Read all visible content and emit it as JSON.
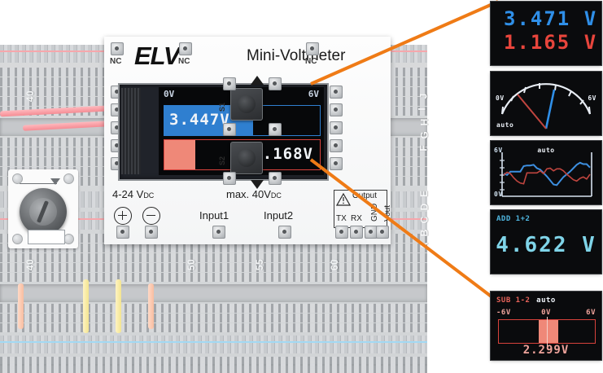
{
  "scene": {
    "description": "ELV Mini-Voltmeter module plugged into a breadboard, with five enlarged display-mode callouts on the right"
  },
  "board": {
    "brand": "ELV",
    "model": "Mini-Voltmeter",
    "nc_labels": [
      "NC",
      "NC",
      "NC"
    ],
    "power_label": "4-24 V",
    "power_label_sub": "DC",
    "max_label": "max. 40V",
    "max_label_sub": "DC",
    "input1": "Input1",
    "input2": "Input2",
    "plus": "+",
    "minus": "−",
    "output_title": "Output",
    "output_pins": [
      "TX",
      "RX",
      "GND",
      "Vout"
    ],
    "buttons": [
      {
        "label": "S1"
      },
      {
        "label": "S2"
      }
    ]
  },
  "breadboard": {
    "column_numbers": [
      "40",
      "40",
      "50",
      "55",
      "60"
    ],
    "row_letters_top": [
      "J",
      "I",
      "H",
      "G",
      "F"
    ],
    "row_letters_bottom": [
      "E",
      "D",
      "C",
      "B",
      "A"
    ]
  },
  "display": {
    "scale_min": "0V",
    "mode": "auto",
    "scale_max": "6V",
    "channel1": {
      "value": "3.447V",
      "fill_pct": 57,
      "color": "#2f7fd0"
    },
    "channel2": {
      "value": "1.168V",
      "fill_pct": 20,
      "color": "#ef8878"
    }
  },
  "panels": [
    {
      "id": "panel-numeric-dual",
      "type": "numeric",
      "lines": [
        {
          "text": "3.471 V",
          "color": "#2f8fe8"
        },
        {
          "text": "1.165 V",
          "color": "#e8453c"
        }
      ]
    },
    {
      "id": "panel-gauge",
      "type": "gauge",
      "scale_min": "0V",
      "scale_max": "6V",
      "mode": "auto",
      "needles": [
        {
          "name": "channel1",
          "color": "#2f8fe8",
          "value_pct": 58
        },
        {
          "name": "channel2",
          "color": "#c0453f",
          "value_pct": 19
        }
      ]
    },
    {
      "id": "panel-graph",
      "type": "line",
      "scale_max": "6V",
      "scale_min": "0V",
      "mode": "auto"
    },
    {
      "id": "panel-add",
      "type": "numeric",
      "title": "ADD 1+2",
      "value": "4.622 V",
      "color": "#7fd4e8"
    },
    {
      "id": "panel-sub",
      "type": "bar",
      "title": "SUB 1-2",
      "mode": "auto",
      "scale_min": "-6V",
      "scale_mid": "0V",
      "scale_max": "6V",
      "value": "2.299V",
      "color": "#ef8878"
    }
  ],
  "chart_data": {
    "type": "line",
    "title": "auto",
    "ylabel": "",
    "ylim": [
      0,
      6
    ],
    "ytick_labels": [
      "6V",
      "0V"
    ],
    "x": [
      0,
      1,
      2,
      3,
      4,
      5,
      6,
      7,
      8,
      9,
      10,
      11,
      12,
      13,
      14,
      15,
      16,
      17,
      18,
      19,
      20,
      21,
      22,
      23,
      24,
      25,
      26
    ],
    "series": [
      {
        "name": "channel1",
        "color": "#3d8fe0",
        "values": [
          3.1,
          2.9,
          3.4,
          3.4,
          3.4,
          3.4,
          4.2,
          4.3,
          4.3,
          4.4,
          3.9,
          3.7,
          3.2,
          2.7,
          2.1,
          1.5,
          1.4,
          2.0,
          2.6,
          3.0,
          3.4,
          3.9,
          4.4,
          4.7,
          4.5,
          4.5,
          4.0
        ]
      },
      {
        "name": "channel2",
        "color": "#c0453f",
        "values": [
          2.9,
          3.3,
          3.1,
          2.5,
          2.0,
          1.7,
          1.6,
          3.2,
          3.2,
          3.2,
          3.2,
          3.5,
          3.1,
          3.8,
          3.9,
          3.5,
          3.8,
          3.8,
          3.5,
          3.0,
          2.6,
          2.2,
          2.0,
          2.4,
          2.6,
          2.3,
          3.0
        ]
      }
    ],
    "legend_position": "none",
    "grid": false
  },
  "colors": {
    "callout": "#ef7b16",
    "blue": "#2f7fd0",
    "red": "#d8423c",
    "salmon": "#ef8878",
    "cyan": "#7fd4e8"
  }
}
